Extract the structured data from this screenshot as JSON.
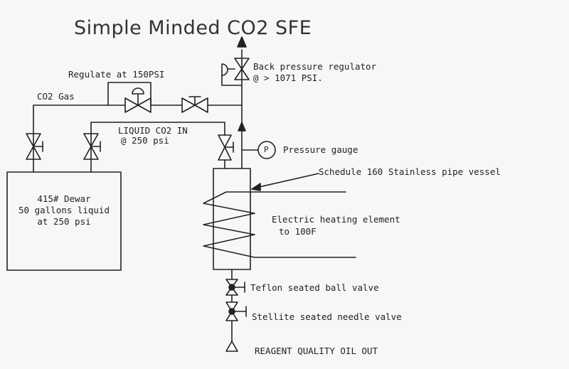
{
  "title": "Simple Minded CO2 SFE",
  "labels": {
    "regulate": "Regulate at 150PSI",
    "co2_gas": "CO2 Gas",
    "liquid_in_line1": "LIQUID CO2 IN",
    "liquid_in_line2": "@ 250 psi",
    "bpr_line1": "Back pressure regulator",
    "bpr_line2": "@ > 1071 PSI.",
    "pressure_gauge": "Pressure gauge",
    "gauge_symbol": "P",
    "vessel": "Schedule 160 Stainless pipe vessel",
    "heater_line1": "Electric heating element",
    "heater_line2": "to 100F",
    "ball_valve": "Teflon seated ball valve",
    "needle_valve": "Stellite seated needle valve",
    "oil_out": "REAGENT QUALITY OIL OUT"
  },
  "dewar": {
    "line1": "415# Dewar",
    "line2": "50 gallons liquid",
    "line3": "at 250 psi"
  }
}
